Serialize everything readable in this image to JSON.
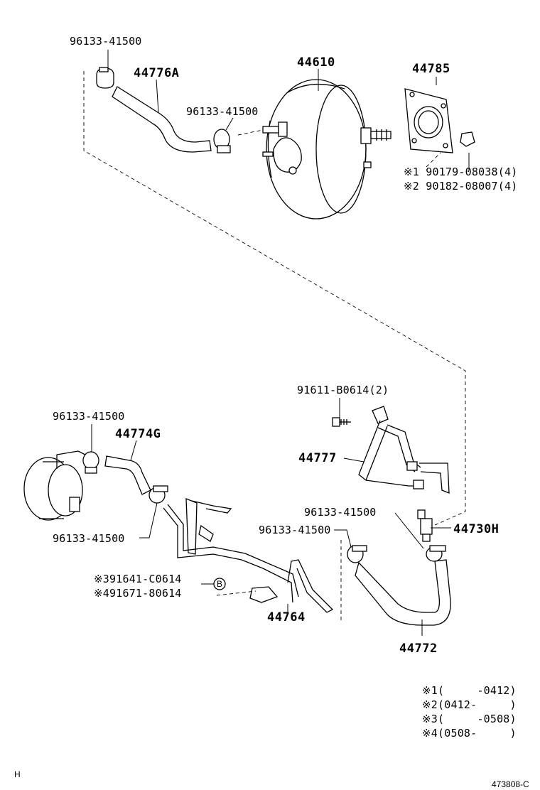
{
  "labels": {
    "clamp_top_left": "96133-41500",
    "hose_44776a": "44776A",
    "booster": "44610",
    "gasket": "44785",
    "clamp_booster": "96133-41500",
    "nut1": "※1 90179-08038(4)",
    "nut2": "※2 90182-08007(4)",
    "bolt": "91611-B0614(2)",
    "clamp_pump": "96133-41500",
    "hose_44774g": "44774G",
    "pipe_44777": "44777",
    "clamp_valve": "96133-41500",
    "valve_44730h": "44730H",
    "clamp_pump_lower": "96133-41500",
    "clamp_hose_44772": "96133-41500",
    "bolt3": "※391641-C0614",
    "bolt4": "※491671-80614",
    "ref_b": "B",
    "pipe_44764": "44764",
    "hose_44772": "44772"
  },
  "legend": [
    "※1(     -0412)",
    "※2(0412-     )",
    "※3(     -0508)",
    "※4(0508-     )"
  ],
  "footer": {
    "left": "H",
    "right": "473808-C"
  }
}
